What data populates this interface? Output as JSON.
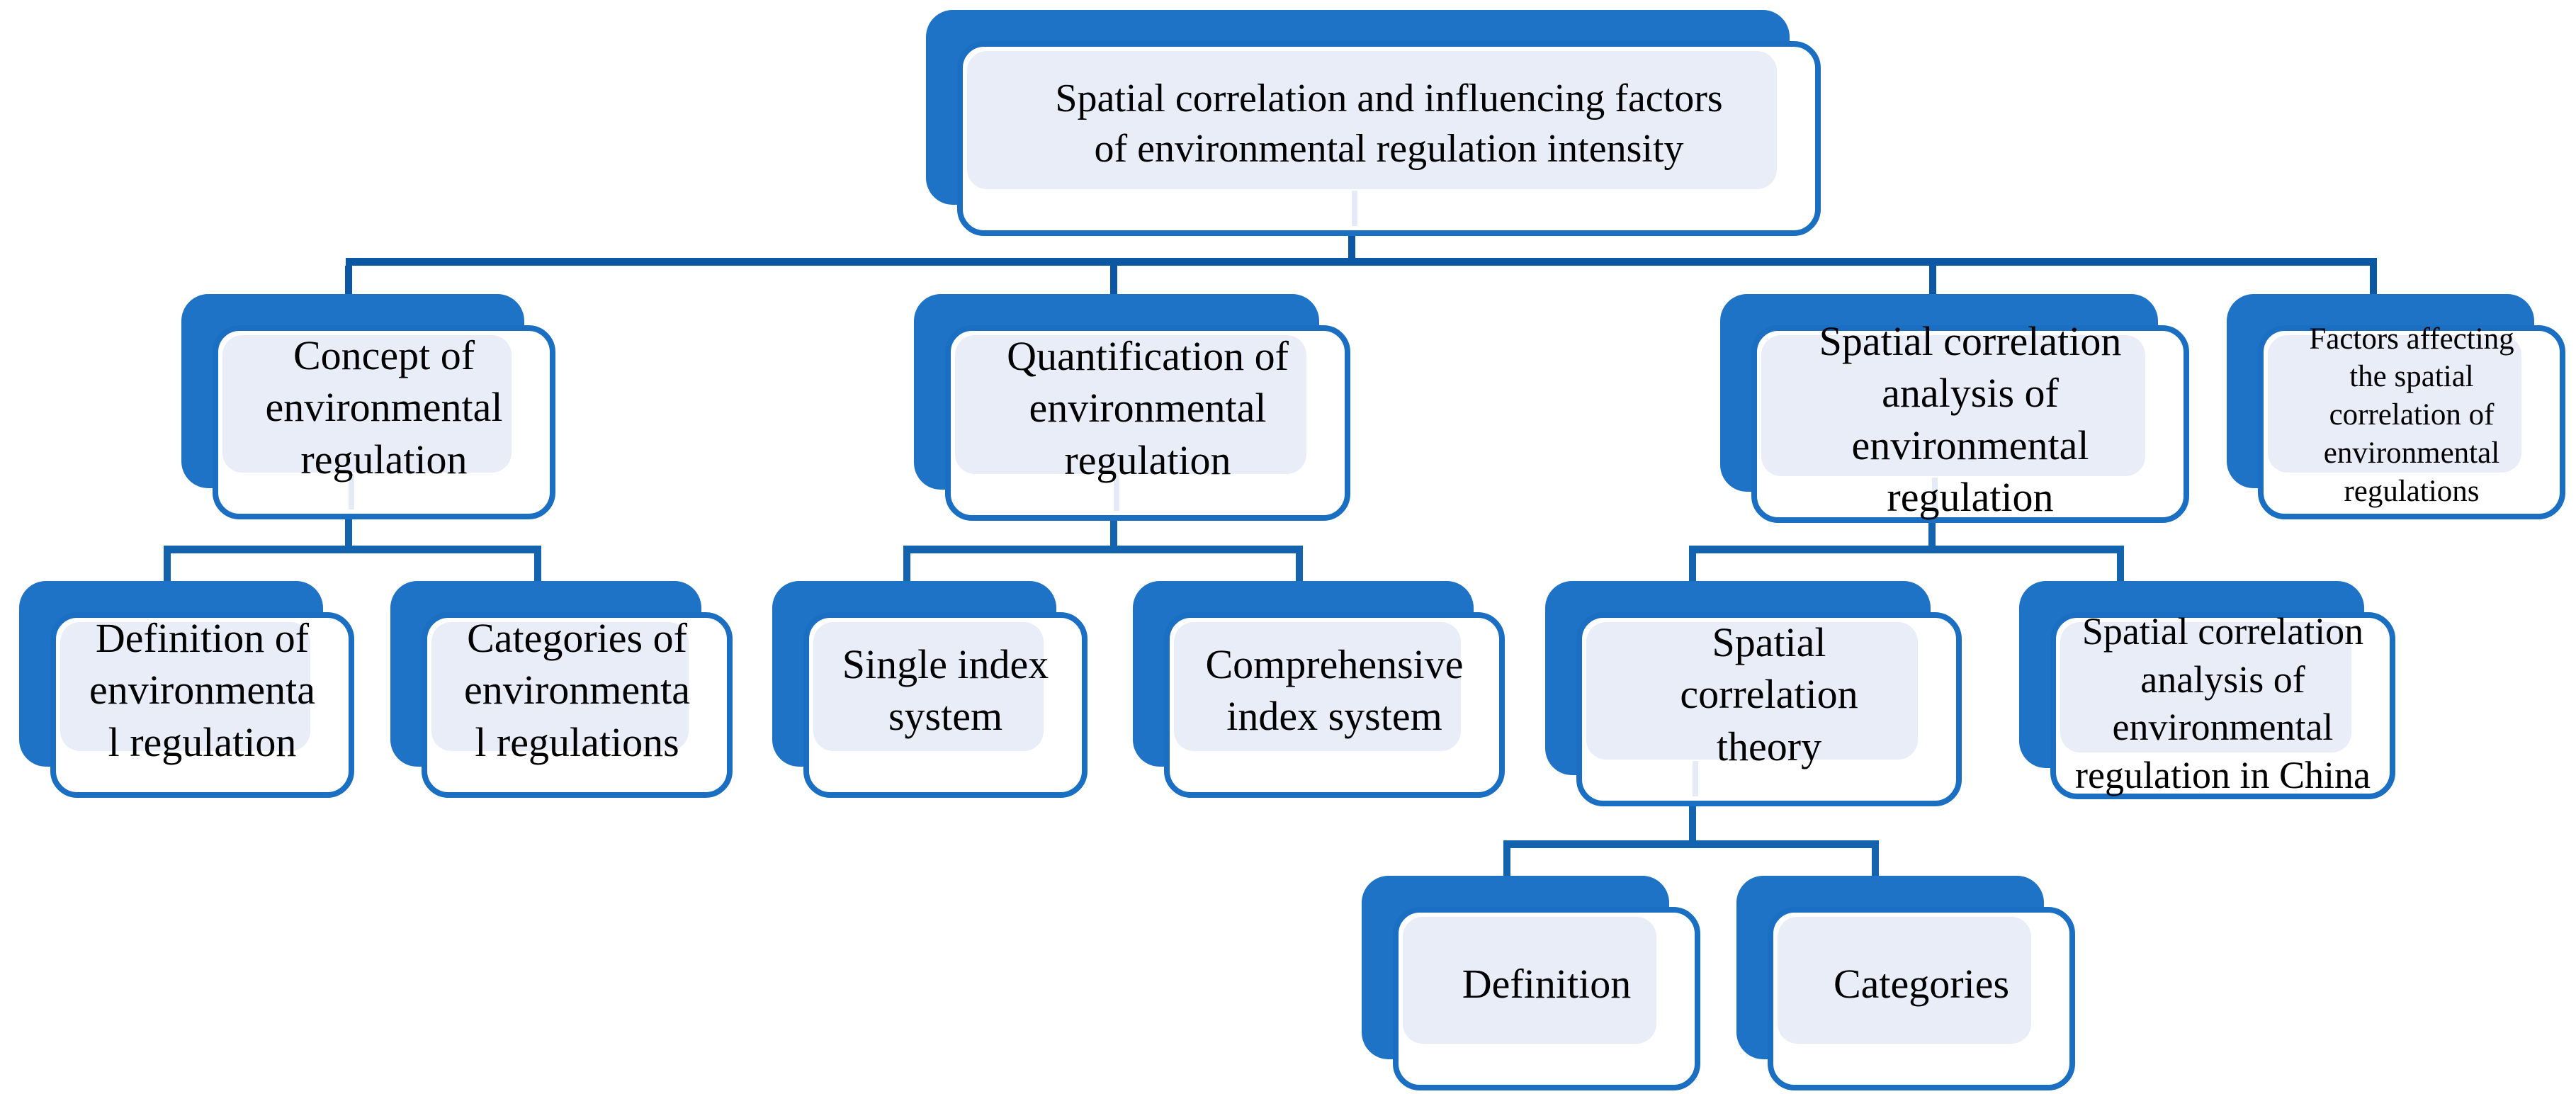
{
  "diagram": {
    "tree": {
      "label": "Spatial correlation and influencing factors\nof environmental regulation intensity",
      "children": [
        {
          "label": "Concept of\nenvironmental\nregulation",
          "children": [
            {
              "label": "Definition of\nenvironmenta\nl regulation"
            },
            {
              "label": "Categories of\nenvironmenta\nl regulations"
            }
          ]
        },
        {
          "label": "Quantification of\nenvironmental\nregulation",
          "children": [
            {
              "label": "Single index\nsystem"
            },
            {
              "label": "Comprehensive\nindex system"
            }
          ]
        },
        {
          "label": "Spatial correlation\nanalysis of\nenvironmental\nregulation",
          "children": [
            {
              "label": "Spatial\ncorrelation\ntheory",
              "children": [
                {
                  "label": "Definition"
                },
                {
                  "label": "Categories"
                }
              ]
            },
            {
              "label": "Spatial correlation\nanalysis of\nenvironmental\nregulation in China"
            }
          ]
        },
        {
          "label": "Factors affecting\nthe spatial\ncorrelation of\nenvironmental\nregulations"
        }
      ]
    },
    "colors": {
      "shadow_blue": "#1E73C6",
      "border_blue": "#1A6FC2",
      "fill_lavender": "#E9EDF8",
      "connector_main": "#0B57A4",
      "connector_sub": "#1463AE",
      "text": "#000000"
    }
  }
}
